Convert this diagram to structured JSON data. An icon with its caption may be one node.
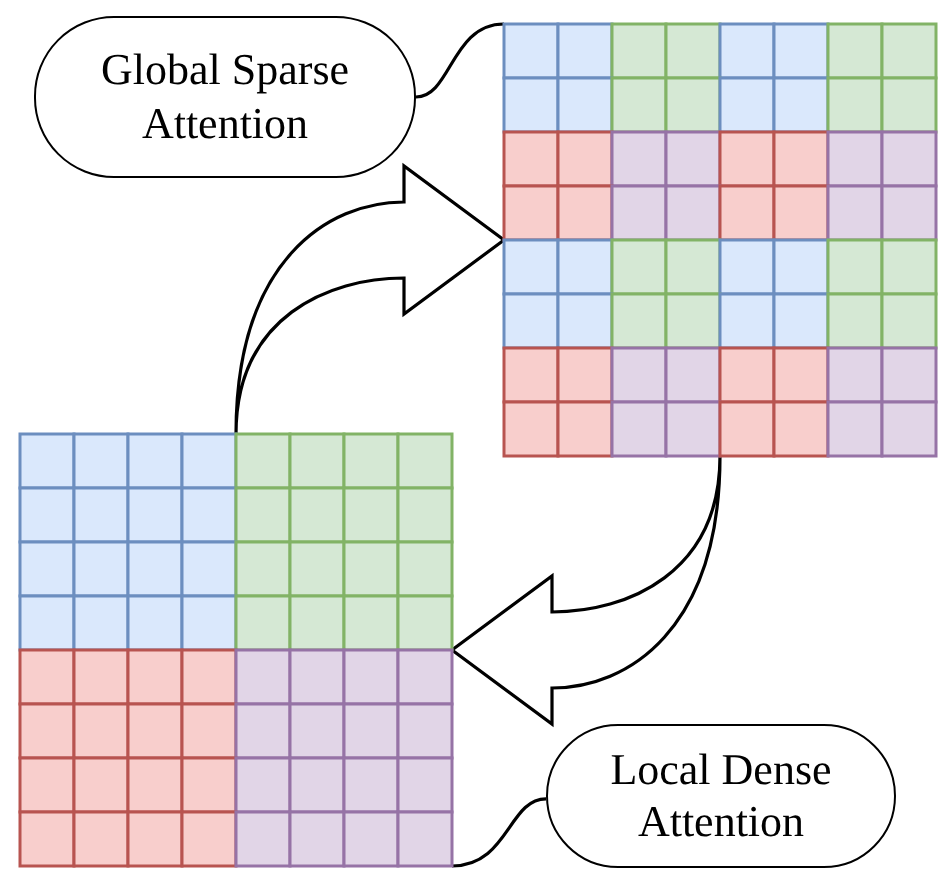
{
  "diagram": {
    "nodes": [
      {
        "text": [
          "Global Sparse Attention"
        ]
      },
      {
        "text": [],
        "shape": "grid"
      },
      {
        "text": [],
        "shape": "grid"
      },
      {
        "text": [
          "Local Dense Attention"
        ]
      }
    ],
    "edges": [
      {
        "from": 0,
        "to": 1,
        "arrow": "none"
      },
      {
        "from": 2,
        "to": 1,
        "arrow": "to"
      },
      {
        "from": 1,
        "to": 2,
        "arrow": "to"
      },
      {
        "from": 3,
        "to": 2,
        "arrow": "none"
      }
    ]
  }
}
